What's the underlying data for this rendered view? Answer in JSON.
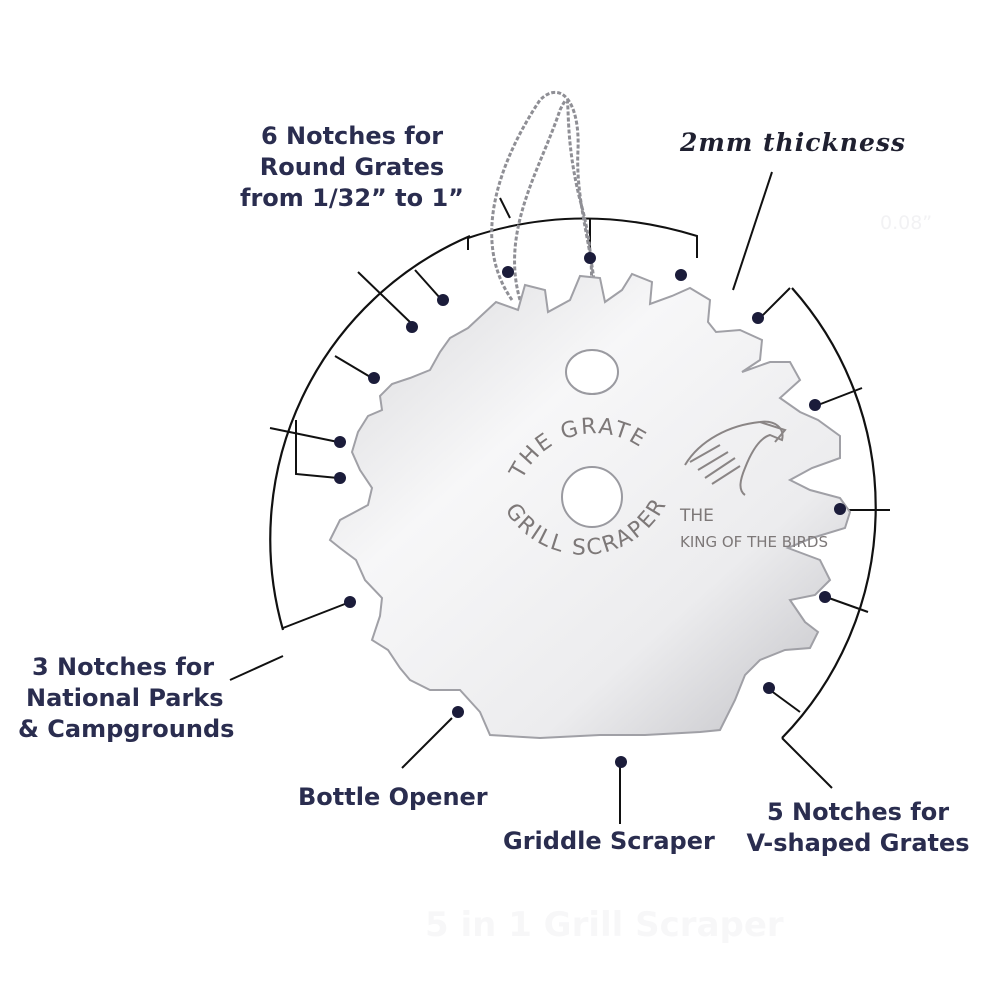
{
  "callouts": {
    "round_grates": [
      "6 Notches for",
      "Round Grates",
      "from 1/32” to 1”"
    ],
    "thickness": "2mm thickness",
    "thickness_value": "0.08”",
    "national_parks": [
      "3 Notches for",
      "National Parks",
      "& Campgrounds"
    ],
    "bottle_opener": "Bottle Opener",
    "griddle_scraper": "Griddle Scraper",
    "v_grates": [
      "5 Notches for",
      "V-shaped Grates"
    ]
  },
  "product": {
    "engraving_top": "THE GRATE",
    "engraving_bottom": "GRILL SCRAPER",
    "brand_line1": "THE",
    "brand_line2": "KING OF THE BIRDS",
    "watermark": "5 in 1 Grill Scraper",
    "logo_icon": "eagle-head-icon"
  },
  "colors": {
    "label_text": "#2a2d4f",
    "dots": "#1b1c3a",
    "leader_lines": "#111111",
    "metal_light": "#fafafa",
    "metal_mid": "#d9d9dc",
    "metal_dark": "#9a9aa0",
    "engraving": "#7d7878"
  }
}
